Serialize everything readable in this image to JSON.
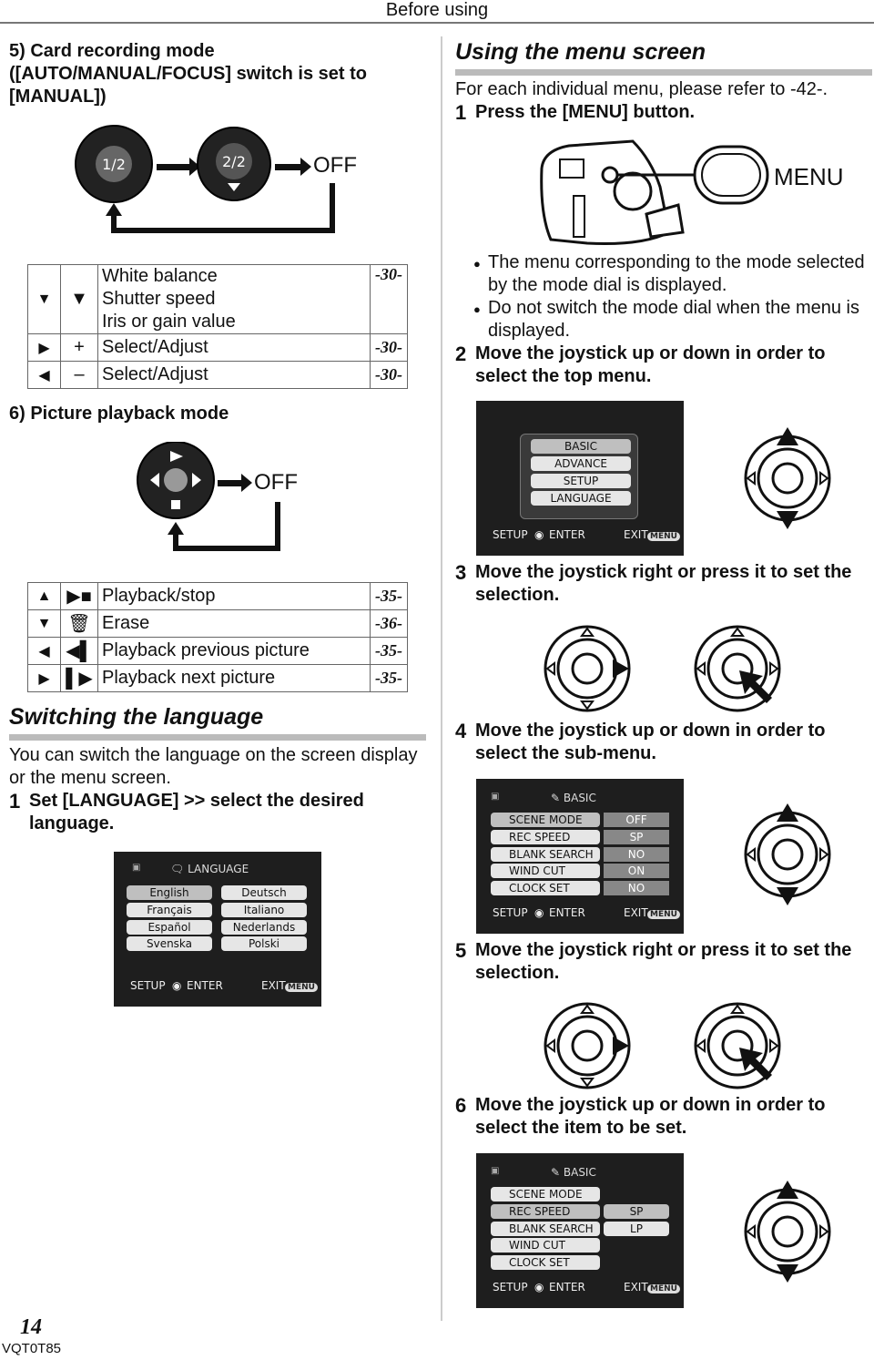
{
  "header": {
    "title": "Before using"
  },
  "left": {
    "mode5_heading": "5) Card recording mode ([AUTO/MANUAL/FOCUS] switch is set to [MANUAL])",
    "dial5": {
      "left_label": "1/2",
      "right_label": "2/2",
      "off": "OFF"
    },
    "table5": [
      {
        "key": "▼",
        "name": "White balance\nShutter speed\nIris or gain value",
        "page": "-30-"
      },
      {
        "key": "▶",
        "name": "Select/Adjust",
        "page": "-30-"
      },
      {
        "key": "◀",
        "name": "Select/Adjust",
        "page": "-30-"
      }
    ],
    "mode6_heading": "6) Picture playback mode",
    "dial6": {
      "off": "OFF"
    },
    "table6": [
      {
        "key": "▲",
        "name": "Playback/stop",
        "page": "-35-"
      },
      {
        "key": "▼",
        "name": "Erase",
        "page": "-36-"
      },
      {
        "key": "◀",
        "name": "Playback previous picture",
        "page": "-35-"
      },
      {
        "key": "▶",
        "name": "Playback next picture",
        "page": "-35-"
      }
    ],
    "switch_title": "Switching the language",
    "switch_body": "You can switch the language on the screen display or the menu screen.",
    "step1_num": "1",
    "step1_text": "Set [LANGUAGE] >> select the desired language.",
    "lang_screen": {
      "title": "LANGUAGE",
      "col1": [
        "English",
        "Français",
        "Español",
        "Svenska"
      ],
      "col2": [
        "Deutsch",
        "Italiano",
        "Nederlands",
        "Polski"
      ],
      "setup": "SETUP",
      "enter": "ENTER",
      "exit": "EXIT",
      "menu": "MENU"
    }
  },
  "right": {
    "menu_title": "Using the menu screen",
    "intro": "For each individual menu, please refer to -42-.",
    "step1_num": "1",
    "step1": "Press the [MENU] button.",
    "menu_label": "MENU",
    "bullet1": "The menu corresponding to the mode selected by the mode dial is displayed.",
    "bullet2": "Do not switch the mode dial when the menu is displayed.",
    "step2_num": "2",
    "step2": "Move the joystick up or down in order to select the top menu.",
    "top_menu": {
      "items": [
        "BASIC",
        "ADVANCE",
        "SETUP",
        "LANGUAGE"
      ],
      "setup": "SETUP",
      "enter": "ENTER",
      "exit": "EXIT",
      "menu": "MENU"
    },
    "step3_num": "3",
    "step3": "Move the joystick right or press it to set the selection.",
    "step4_num": "4",
    "step4": "Move the joystick up or down in order to select the sub-menu.",
    "sub_menu": {
      "title": "BASIC",
      "items": [
        "SCENE MODE",
        "REC SPEED",
        "BLANK SEARCH",
        "WIND CUT",
        "CLOCK SET"
      ],
      "values": [
        "OFF",
        "SP",
        "NO",
        "ON",
        "NO"
      ],
      "setup": "SETUP",
      "enter": "ENTER",
      "exit": "EXIT",
      "menu": "MENU"
    },
    "step5_num": "5",
    "step5": "Move the joystick right or press it to set the selection.",
    "step6_num": "6",
    "step6": "Move the joystick up or down in order to select the item to be set.",
    "item_menu": {
      "title": "BASIC",
      "items": [
        "SCENE MODE",
        "REC SPEED",
        "BLANK SEARCH",
        "WIND CUT",
        "CLOCK SET"
      ],
      "options": [
        "SP",
        "LP"
      ],
      "setup": "SETUP",
      "enter": "ENTER",
      "exit": "EXIT",
      "menu": "MENU"
    }
  },
  "footer": {
    "page": "14",
    "code": "VQT0T85"
  }
}
